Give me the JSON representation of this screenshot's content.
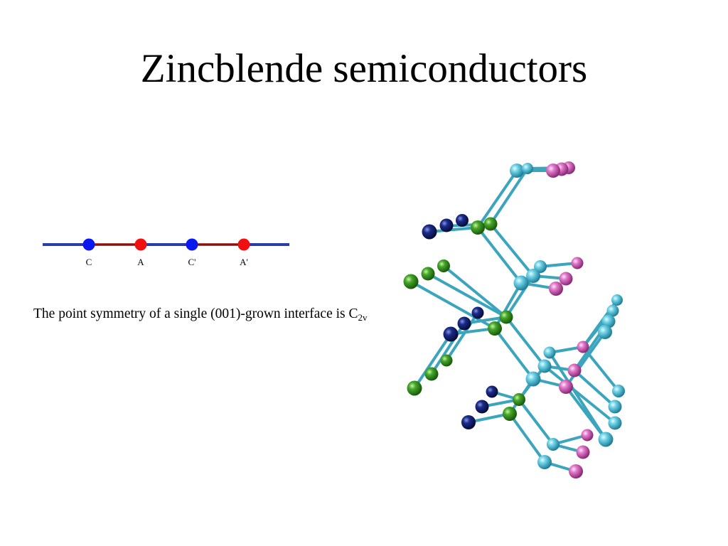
{
  "slide": {
    "title": "Zincblende semiconductors",
    "body_text": "The point symmetry of a single (001)-grown interface is C",
    "body_subscript": "2v"
  },
  "chain": {
    "atoms": [
      {
        "label": "C",
        "color": "#0a18f0"
      },
      {
        "label": "A",
        "color": "#f01010"
      },
      {
        "label": "C'",
        "color": "#0a18f0"
      },
      {
        "label": "A'",
        "color": "#f01010"
      }
    ],
    "blue_line_color": "#2a3aa8",
    "red_line_color": "#8b1010"
  },
  "lattice": {
    "bond_color": "#3aa5bd",
    "atom_colors": {
      "cyan": "#5cc8dc",
      "magenta": "#e070c8",
      "green": "#3a9e22",
      "navy": "#14227a"
    }
  }
}
